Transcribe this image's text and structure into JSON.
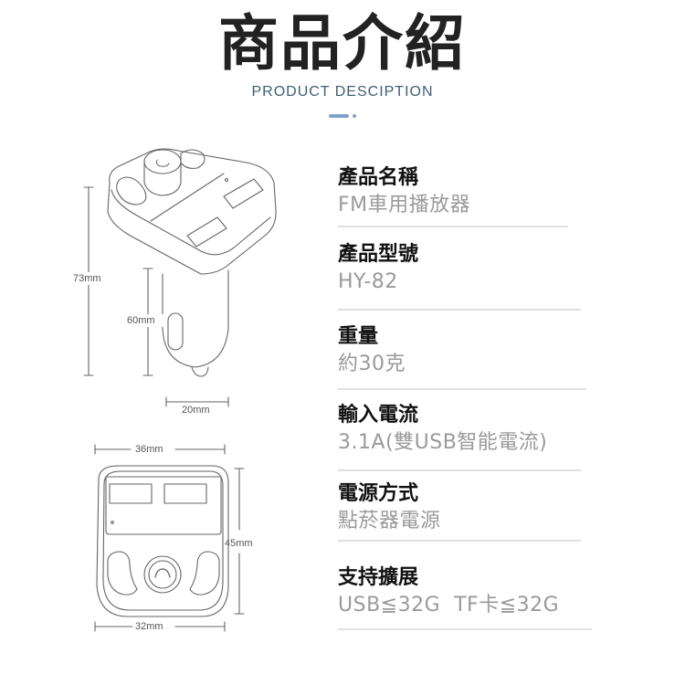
{
  "header": {
    "title": "商品介紹",
    "subtitle": "PRODUCT DESCIPTION",
    "accent_color": "#7fa3c8"
  },
  "dimensions": {
    "total_height": "73mm",
    "plug_height": "60mm",
    "plug_width": "20mm",
    "top_width": "36mm",
    "front_height": "45mm",
    "bottom_width": "32mm"
  },
  "specs": [
    {
      "label": "產品名稱",
      "value": "FM車用播放器"
    },
    {
      "label": "產品型號",
      "value": "HY-82"
    },
    {
      "label": "重量",
      "value": "約30克"
    },
    {
      "label": "輸入電流",
      "value": "3.1A(雙USB智能電流)"
    },
    {
      "label": "電源方式",
      "value": "點菸器電源"
    },
    {
      "label": "支持擴展",
      "value": "USB≦32G  TF卡≦32G"
    }
  ],
  "colors": {
    "title": "#222222",
    "subtitle": "#3d5f73",
    "label": "#111111",
    "value": "#9a9a9a",
    "separator": "#e0e0e0",
    "line_art": "#555555"
  }
}
